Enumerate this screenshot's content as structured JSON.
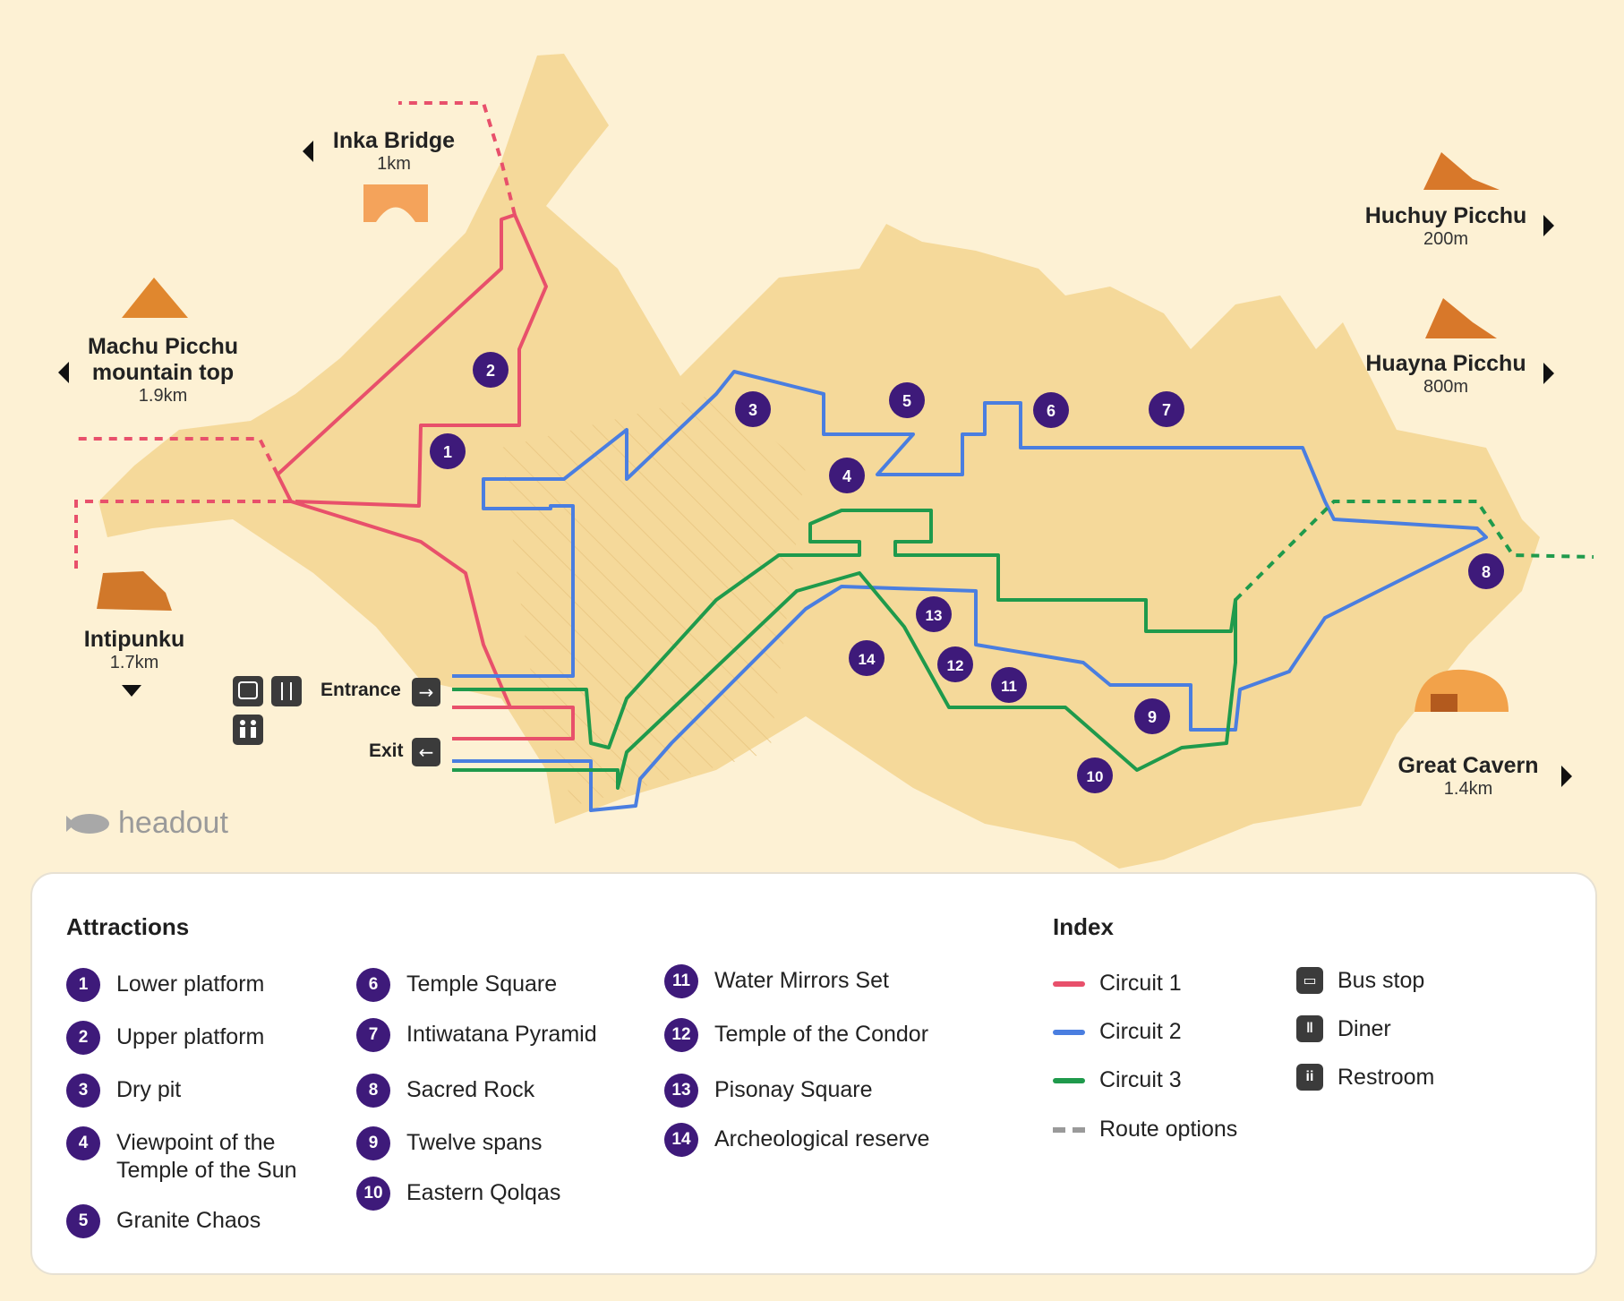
{
  "colors": {
    "circuit1": "#e8506b",
    "circuit2": "#4a7ee0",
    "circuit3": "#1f9a4c",
    "route_options": "#9a9a9a",
    "badge": "#3e1a7a",
    "terrain": "#f5d99a",
    "background": "#fdf1d4"
  },
  "destinations": [
    {
      "name": "Inka Bridge",
      "distance": "1km"
    },
    {
      "name": "Machu Picchu mountain top",
      "distance": "1.9km"
    },
    {
      "name": "Intipunku",
      "distance": "1.7km"
    },
    {
      "name": "Huchuy Picchu",
      "distance": "200m"
    },
    {
      "name": "Huayna Picchu",
      "distance": "800m"
    },
    {
      "name": "Great Cavern",
      "distance": "1.4km"
    }
  ],
  "gates": {
    "entrance": "Entrance",
    "exit": "Exit"
  },
  "brand": "headout",
  "markers": [
    "1",
    "2",
    "3",
    "4",
    "5",
    "6",
    "7",
    "8",
    "9",
    "10",
    "11",
    "12",
    "13",
    "14"
  ],
  "legend": {
    "attractions_title": "Attractions",
    "index_title": "Index",
    "attractions": [
      {
        "num": "1",
        "name": "Lower platform"
      },
      {
        "num": "2",
        "name": "Upper platform"
      },
      {
        "num": "3",
        "name": "Dry pit"
      },
      {
        "num": "4",
        "name": "Viewpoint of the Temple of the Sun"
      },
      {
        "num": "5",
        "name": "Granite Chaos"
      },
      {
        "num": "6",
        "name": "Temple Square"
      },
      {
        "num": "7",
        "name": "Intiwatana Pyramid"
      },
      {
        "num": "8",
        "name": "Sacred Rock"
      },
      {
        "num": "9",
        "name": "Twelve spans"
      },
      {
        "num": "10",
        "name": "Eastern Qolqas"
      },
      {
        "num": "11",
        "name": "Water Mirrors Set"
      },
      {
        "num": "12",
        "name": "Temple of the Condor"
      },
      {
        "num": "13",
        "name": "Pisonay Square"
      },
      {
        "num": "14",
        "name": "Archeological reserve"
      }
    ],
    "routes": [
      {
        "name": "Circuit 1",
        "color": "#e8506b"
      },
      {
        "name": "Circuit 2",
        "color": "#4a7ee0"
      },
      {
        "name": "Circuit 3",
        "color": "#1f9a4c"
      },
      {
        "name": "Route options",
        "color": "#9a9a9a"
      }
    ],
    "facilities": [
      {
        "name": "Bus stop",
        "icon": "bus-icon"
      },
      {
        "name": "Diner",
        "icon": "diner-icon"
      },
      {
        "name": "Restroom",
        "icon": "restroom-icon"
      }
    ]
  }
}
